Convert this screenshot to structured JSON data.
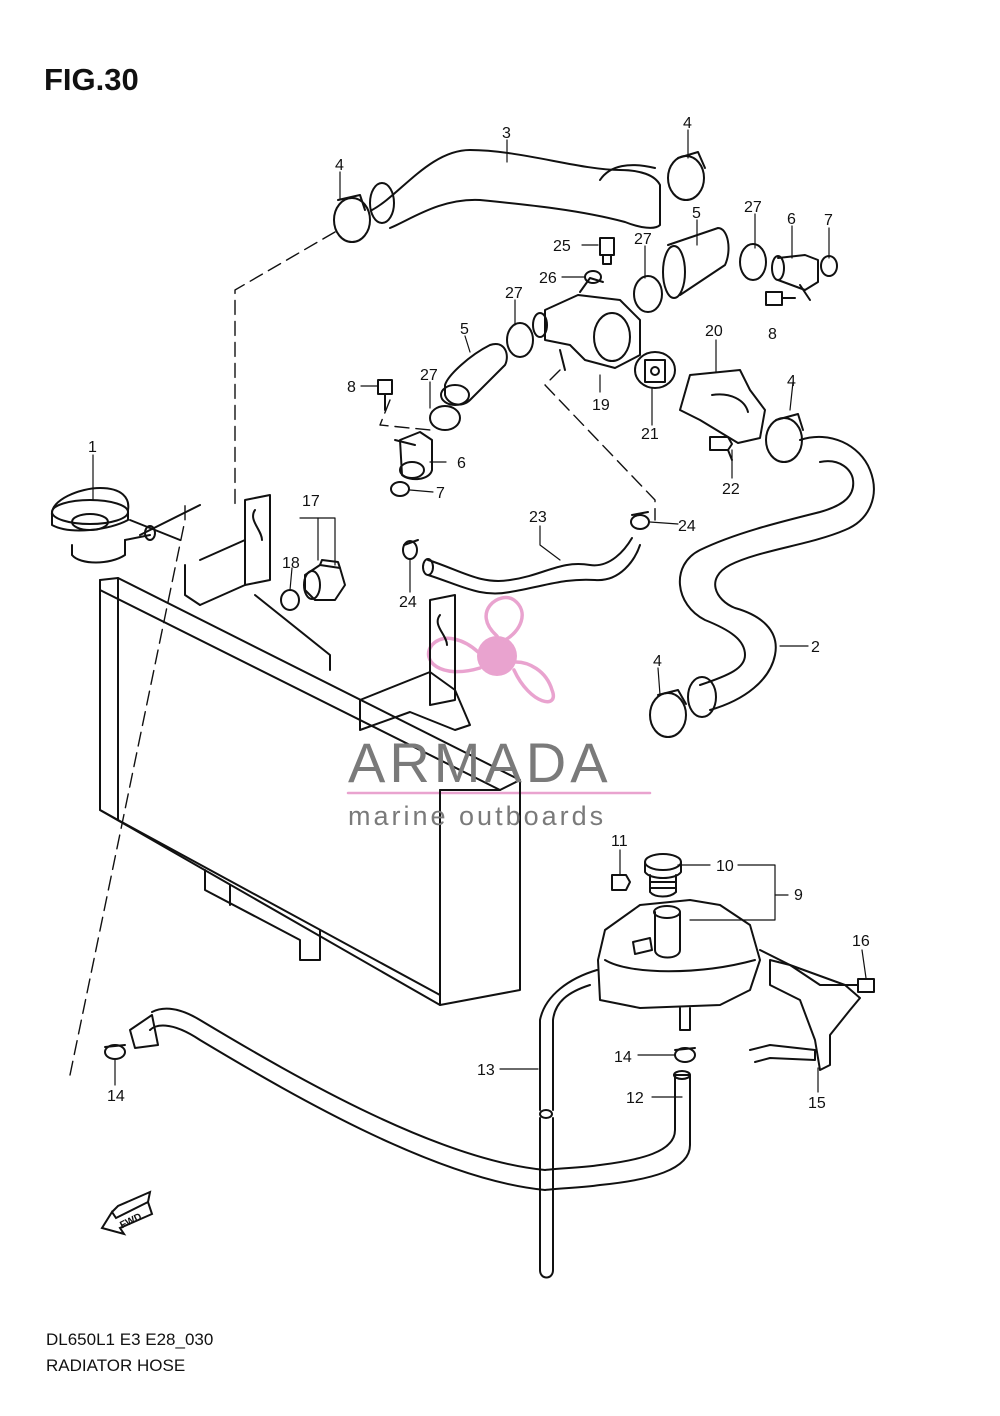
{
  "figure": {
    "title": "FIG.30",
    "model_code": "DL650L1 E3 E28_030",
    "caption": "RADIATOR HOSE"
  },
  "watermark": {
    "brand": "ARMADA",
    "tagline": "marine outboards",
    "accent_color": "#e9a3cf",
    "text_color": "#7a7a7a"
  },
  "fwd_arrow": {
    "label": "FWD"
  },
  "callouts": [
    "1",
    "2",
    "3",
    "4",
    "4",
    "4",
    "4",
    "5",
    "5",
    "6",
    "6",
    "7",
    "7",
    "8",
    "8",
    "9",
    "10",
    "11",
    "12",
    "13",
    "14",
    "14",
    "15",
    "16",
    "17",
    "18",
    "19",
    "20",
    "21",
    "22",
    "23",
    "24",
    "24",
    "25",
    "26",
    "27",
    "27",
    "27",
    "27"
  ]
}
